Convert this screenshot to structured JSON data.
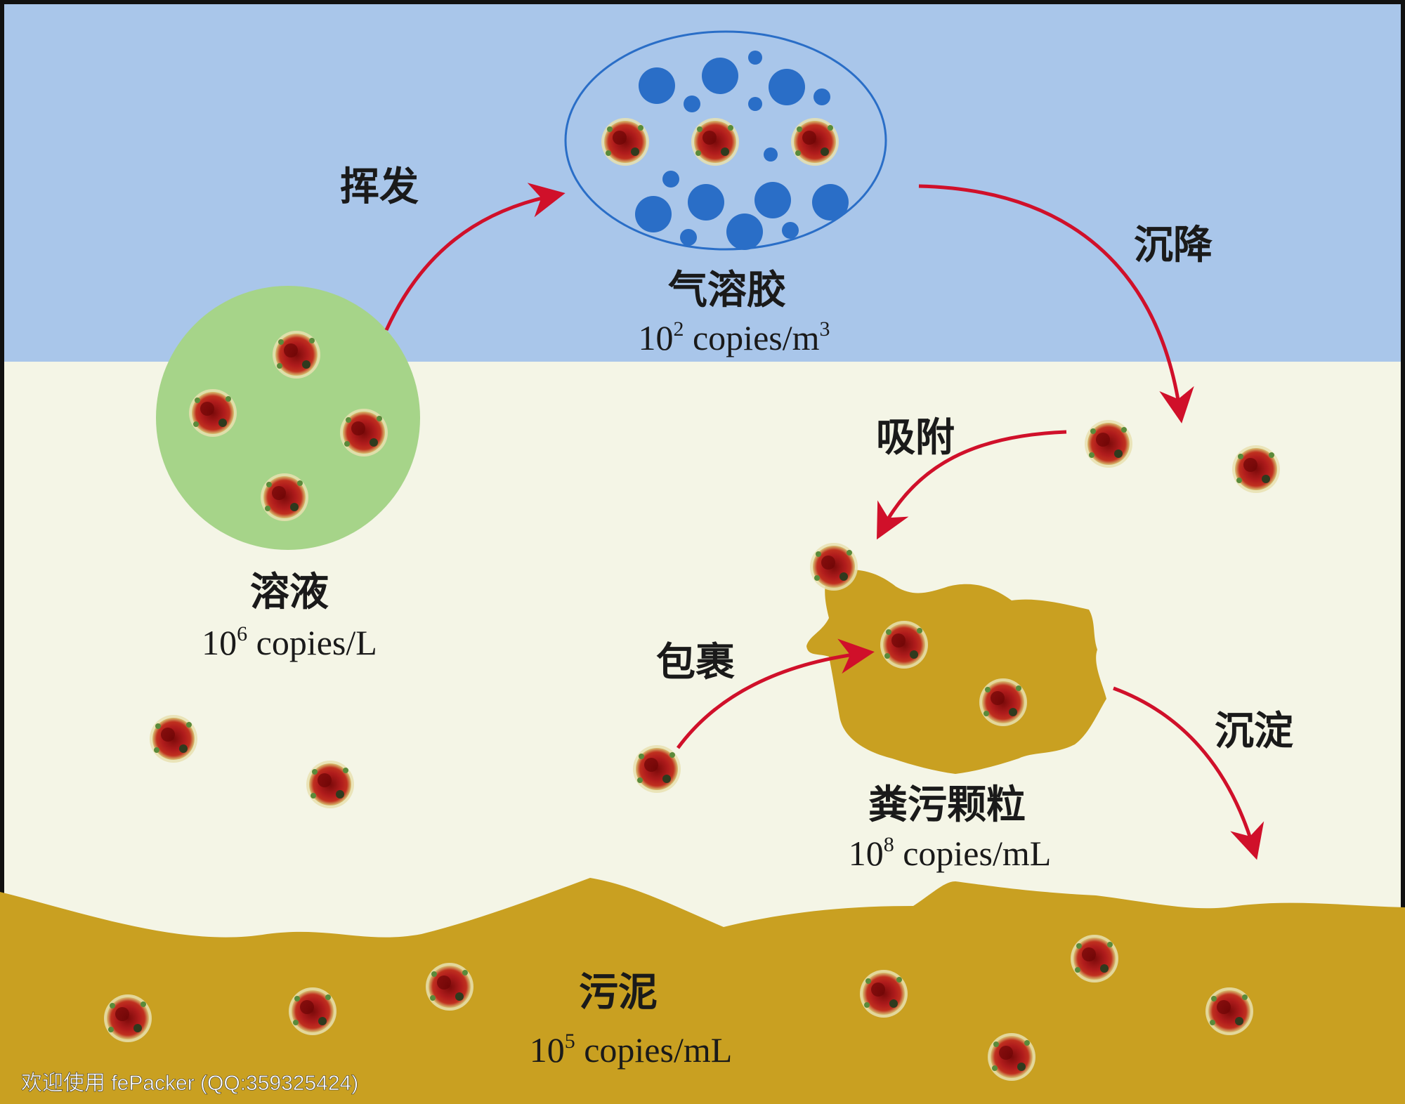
{
  "labels": {
    "volatilize": "挥发",
    "aerosol": "气溶胶",
    "aerosol_conc_base": "10",
    "aerosol_conc_exp": "2",
    "aerosol_conc_unit": " copies/m",
    "aerosol_conc_unit_exp": "3",
    "settle": "沉降",
    "solution": "溶液",
    "solution_conc_base": "10",
    "solution_conc_exp": "6",
    "solution_conc_unit": " copies/L",
    "adsorb": "吸附",
    "wrap": "包裹",
    "precipitate": "沉淀",
    "fecal_particle": "粪污颗粒",
    "fecal_conc_base": "10",
    "fecal_conc_exp": "8",
    "fecal_conc_unit": " copies/mL",
    "sludge": "污泥",
    "sludge_conc_base": "10",
    "sludge_conc_exp": "5",
    "sludge_conc_unit": " copies/mL"
  },
  "watermark": "欢迎使用 fePacker (QQ:359325424)",
  "colors": {
    "air": "#a9c6ea",
    "water": "#f4f5e6",
    "solution_circle": "#a6d489",
    "aerosol_drop": "#2a6ec7",
    "sediment": "#c9a021",
    "arrow": "#d0102a",
    "virus": "#a31818"
  }
}
